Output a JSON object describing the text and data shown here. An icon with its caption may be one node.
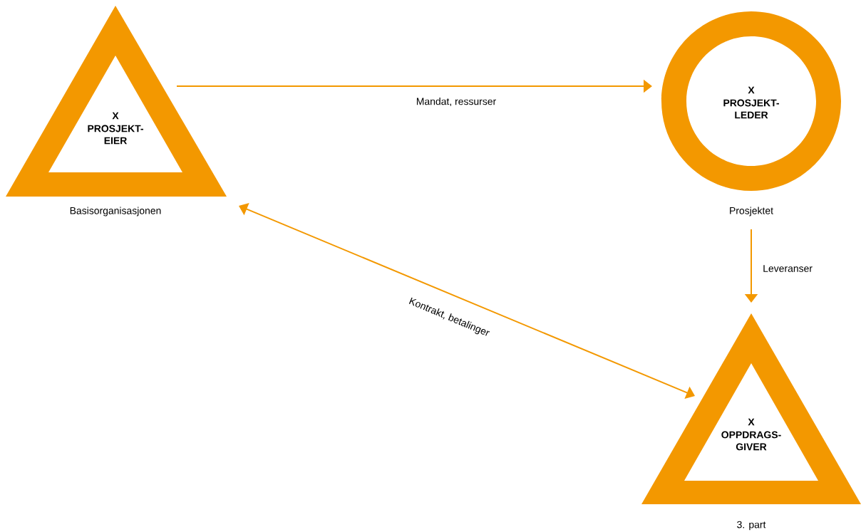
{
  "diagram": {
    "nodes": [
      {
        "text": [
          "X",
          "PROSJEKT- EIER"
        ],
        "beside": [
          "Basisorganisasjonen"
        ]
      },
      {
        "text": [
          "X",
          "PROSJEKT- LEDER"
        ],
        "beside": [
          "Prosjektet"
        ]
      },
      {
        "text": [
          "X",
          "OPPDRAGS- GIVER"
        ],
        "beside": [
          "3. part"
        ]
      }
    ],
    "edges": [
      {
        "from": 0,
        "to": 1,
        "arrow": "to",
        "label": "Mandat, ressurser"
      },
      {
        "from": 1,
        "to": 2,
        "arrow": "to",
        "label": "Leveranser"
      },
      {
        "from": 0,
        "to": 2,
        "arrow": "both",
        "label": "Kontrakt, betalinger"
      }
    ]
  }
}
